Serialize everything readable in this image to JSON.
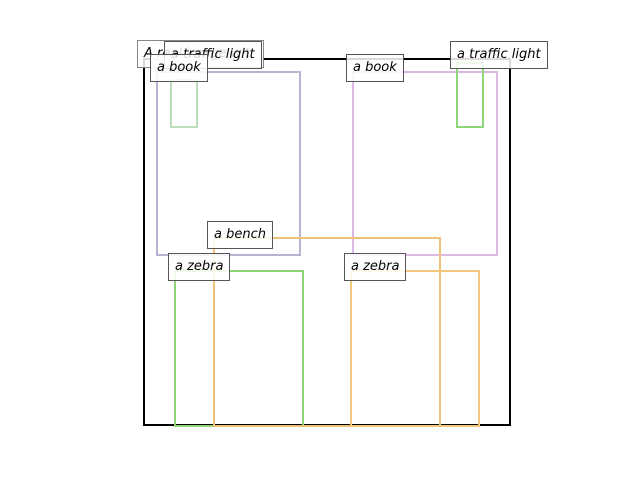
{
  "title": "A real image wit",
  "objects": [
    {
      "label": "a traffic light",
      "color": "#bcdcbc"
    },
    {
      "label": "a book",
      "color": "#b9b2d2"
    },
    {
      "label": "a book",
      "color": "#deb6e6"
    },
    {
      "label": "a traffic light",
      "color": "#8fd678"
    },
    {
      "label": "a bench",
      "color": "#ecc279"
    },
    {
      "label": "a zebra",
      "color": "#8fd678"
    },
    {
      "label": "a zebra",
      "color": "#f4c87c"
    }
  ],
  "frame_color": "#000000"
}
